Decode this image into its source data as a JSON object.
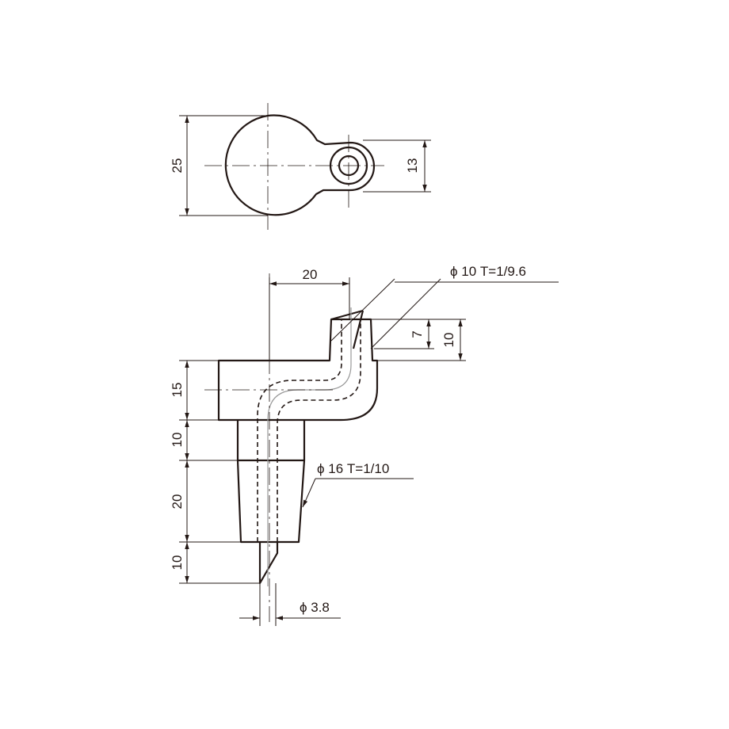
{
  "top_view": {
    "dim_overall_height": "25",
    "dim_lug_height": "13"
  },
  "front_view": {
    "dim_offset": "20",
    "dim_spout_taper": "7",
    "dim_spout_height": "10",
    "dim_body_height": "15",
    "dim_neck_height": "10",
    "dim_plug_length": "20",
    "dim_tip_length": "10",
    "label_spout_taper": "ϕ 10  T=1/9.6",
    "label_plug_taper": "ϕ 16  T=1/10",
    "label_bore": "ϕ 3.8"
  }
}
